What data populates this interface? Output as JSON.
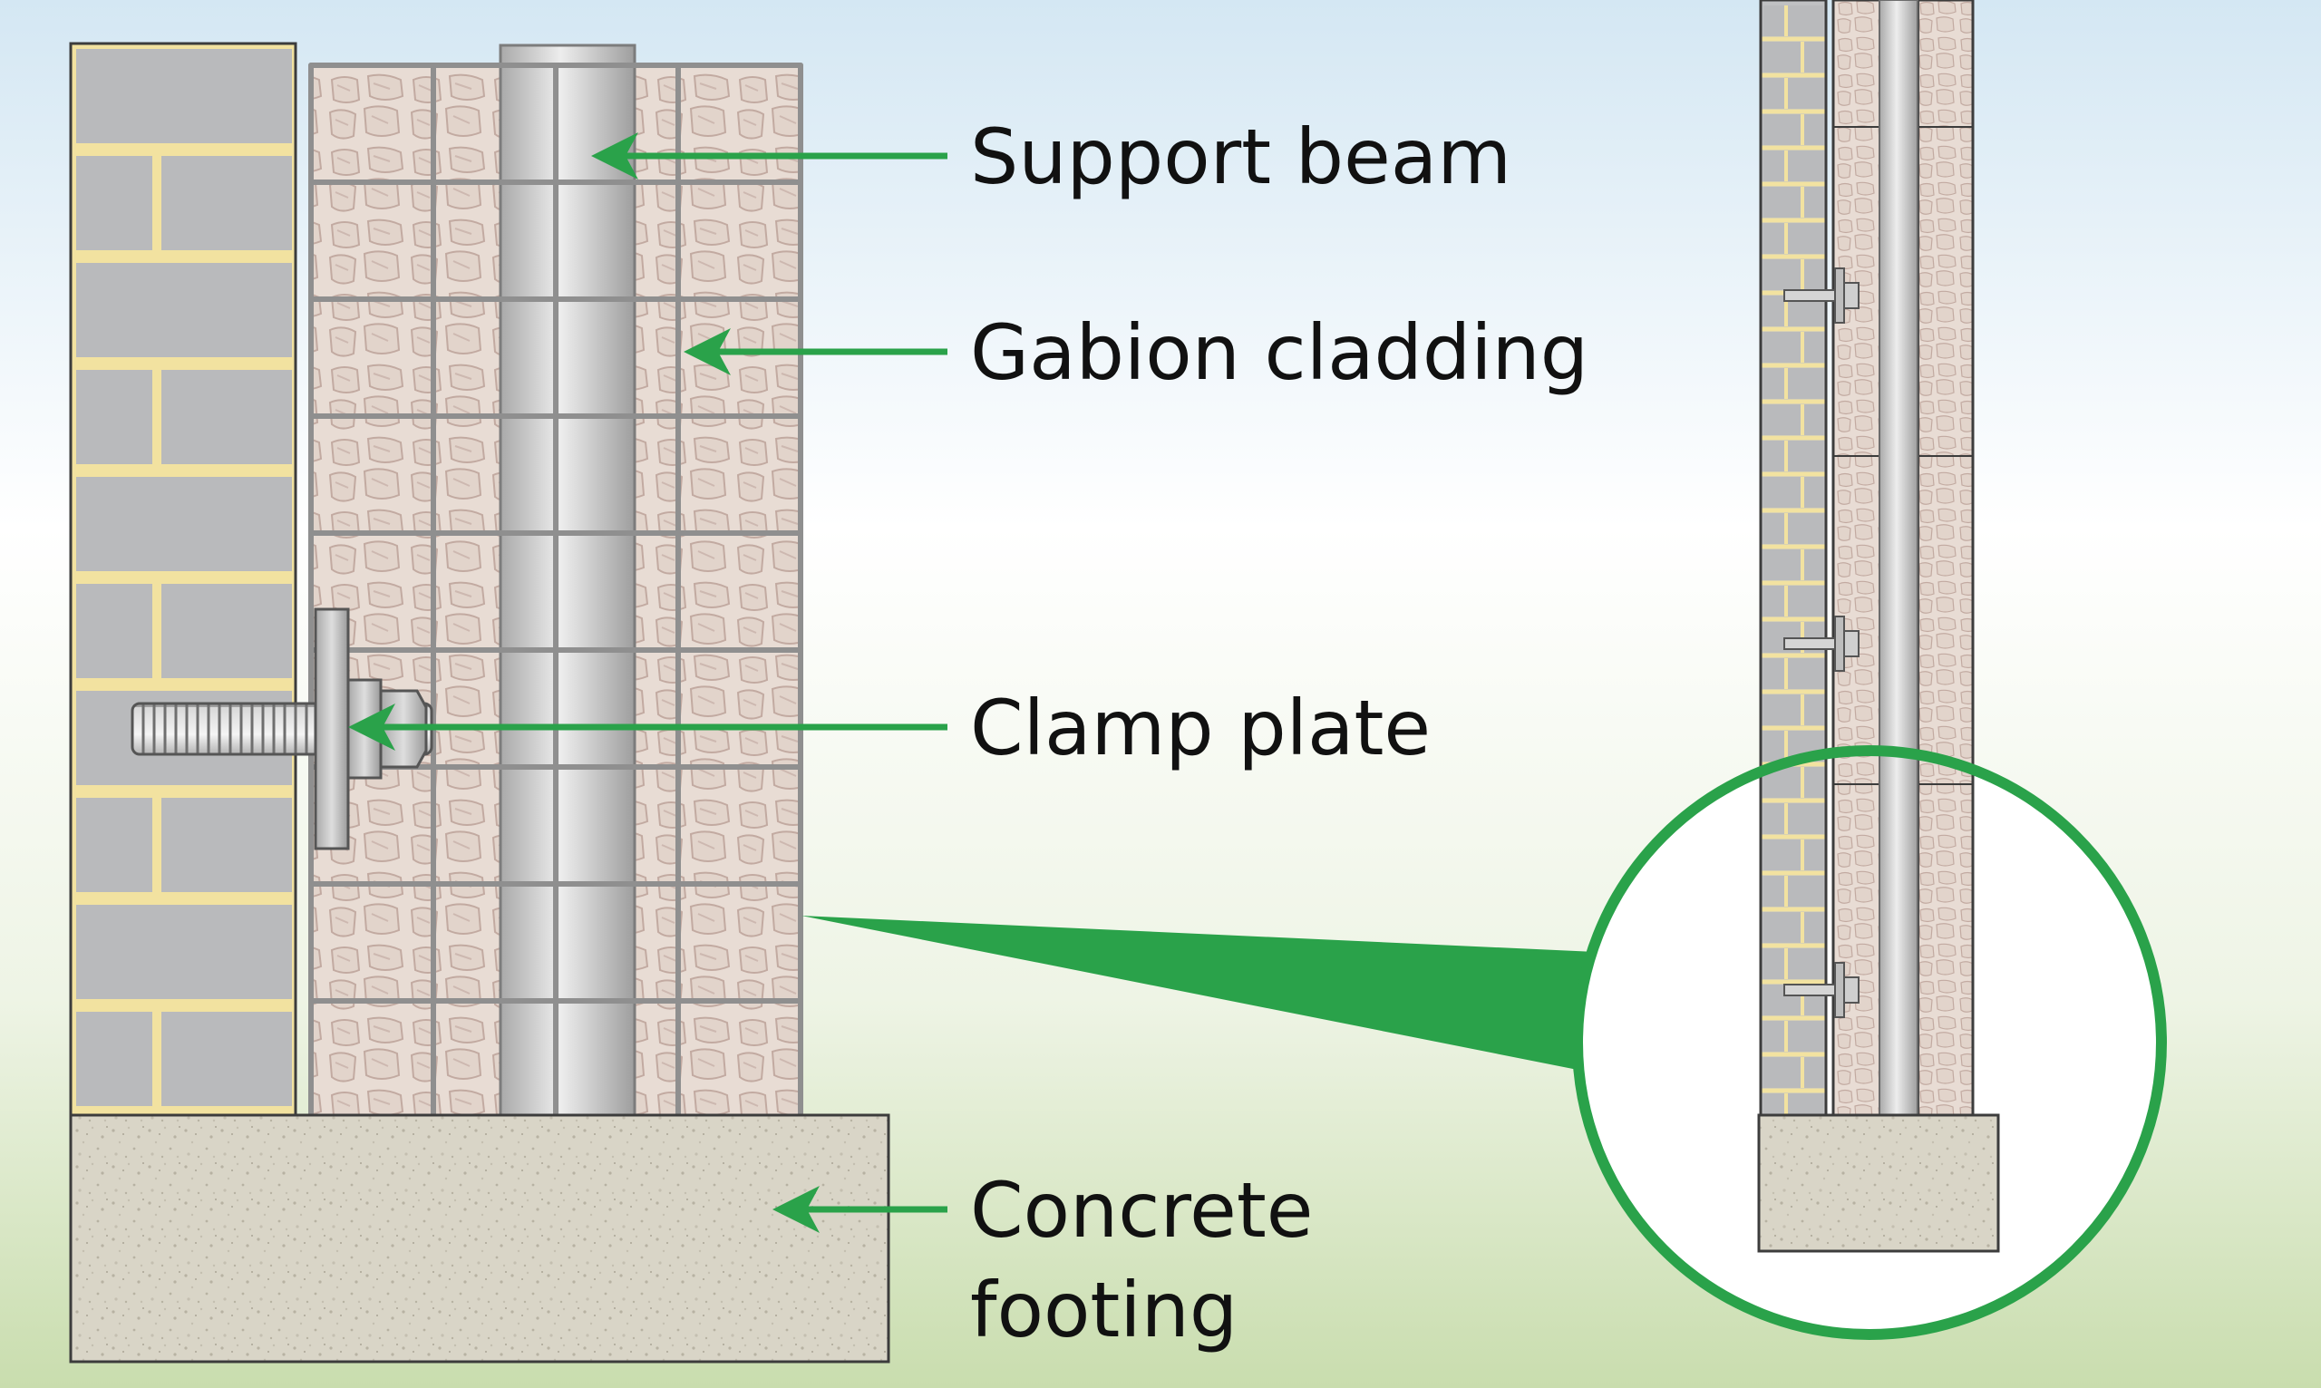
{
  "labels": {
    "support_beam": "Support beam",
    "gabion_cladding": "Gabion cladding",
    "clamp_plate": "Clamp plate",
    "concrete_footing_line1": "Concrete",
    "concrete_footing_line2": "footing"
  },
  "colors": {
    "sky_top": "#d6e8f3",
    "sky_mid": "#ffffff",
    "ground": "#cfe0b4",
    "accent_green": "#2aa24a",
    "brick_gray": "#b9babc",
    "mortar": "#f2e2a0",
    "stone_fill": "#e8dcd4",
    "stone_mark": "#c9b3ab",
    "beam_light": "#e6e6e6",
    "beam_dark": "#a5a5a5",
    "mesh": "#9a9a9a",
    "concrete": "#d9d5c7",
    "outline": "#3c3c3c",
    "text": "#111111"
  }
}
